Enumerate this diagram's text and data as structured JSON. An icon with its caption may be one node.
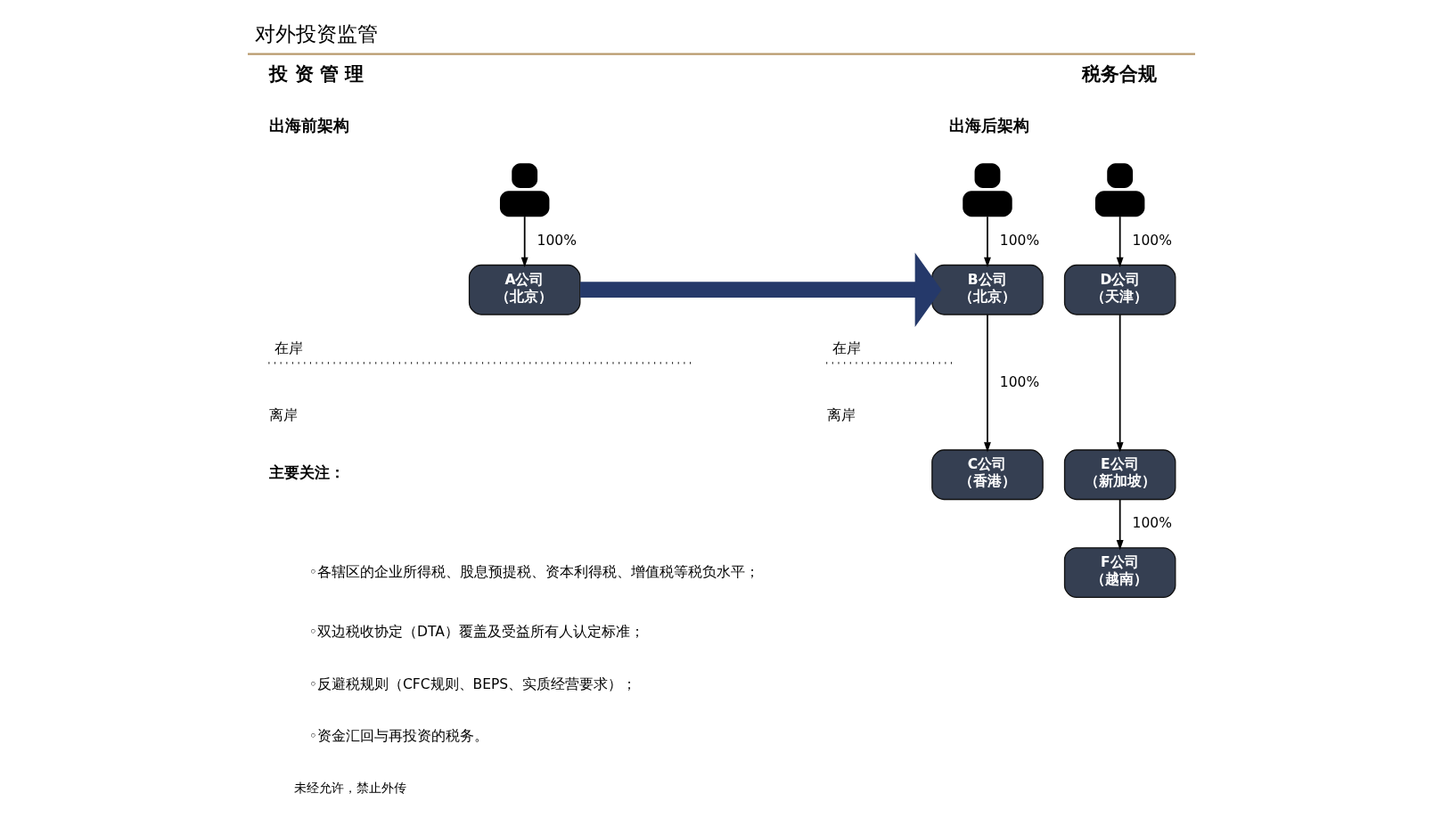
{
  "diagram": {
    "title": "对外投资监管",
    "nodes": [
      {
        "text": [],
        "shape": "person"
      },
      {
        "text": [],
        "shape": "person"
      },
      {
        "text": [],
        "shape": "person"
      },
      {
        "text": [
          "A公司",
          "（北京）"
        ]
      },
      {
        "text": [
          "B公司",
          "（北京）"
        ]
      },
      {
        "text": [
          "D公司",
          "（天津）"
        ]
      },
      {
        "text": [
          "C公司",
          "（香港）"
        ]
      },
      {
        "text": [
          "E公司",
          "（新加坡）"
        ]
      },
      {
        "text": [
          "F公司",
          "（越南）"
        ]
      }
    ],
    "edges": [
      {
        "from": 0,
        "to": 3,
        "arrow": "to",
        "label": "100%"
      },
      {
        "from": 3,
        "to": 4,
        "arrow": "to",
        "style": "thick",
        "color": "#25396a"
      },
      {
        "from": 1,
        "to": 4,
        "arrow": "to",
        "label": "100%"
      },
      {
        "from": 2,
        "to": 5,
        "arrow": "to",
        "label": "100%"
      },
      {
        "from": 4,
        "to": 6,
        "arrow": "to",
        "label": "100%"
      },
      {
        "from": 5,
        "to": 7,
        "arrow": "to"
      },
      {
        "from": 7,
        "to": 8,
        "arrow": "to",
        "label": "100%"
      }
    ],
    "labels": [
      "投 资 管 理",
      "税务合规",
      "出海前架构",
      "出海后架构",
      "在岸",
      "在岸",
      "离岸",
      "离岸",
      "主要关注：",
      "◦各辖区的企业所得税、股息预提税、资本利得税、增值税等税负水平；",
      "◦双边税收协定（DTA）覆盖及受益所有人认定标准；",
      "◦反避税规则（CFC规则、BEPS、实质经营要求）；",
      "◦资金汇回与再投资的税务。",
      "未经允许，禁止外传"
    ]
  }
}
